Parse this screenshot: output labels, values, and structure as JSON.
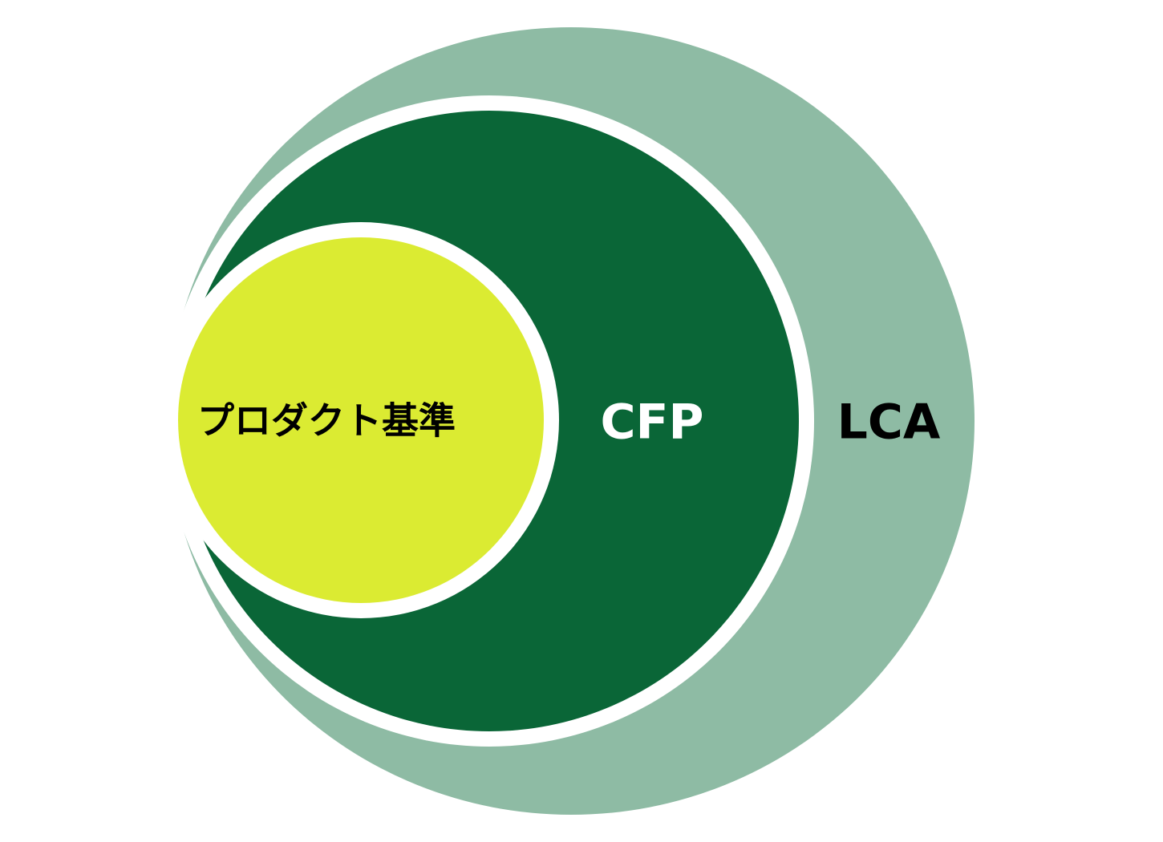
{
  "diagram": {
    "sets": [
      {
        "id": "lca",
        "label": "LCA",
        "color": "#8ebba4",
        "label_color": "#000000",
        "contains": "cfp"
      },
      {
        "id": "cfp",
        "label": "CFP",
        "color": "#0a6637",
        "label_color": "#ffffff",
        "contains": "product-standard"
      },
      {
        "id": "product-standard",
        "label": "プロダクト基準",
        "color": "#dbeb32",
        "label_color": "#000000"
      }
    ],
    "separator_color": "#ffffff"
  }
}
